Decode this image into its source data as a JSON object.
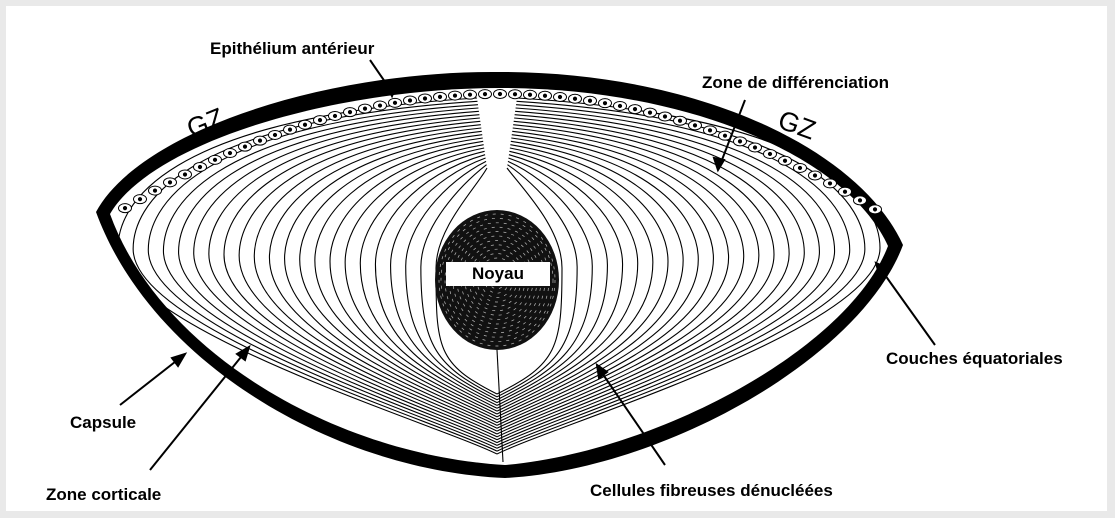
{
  "labels": {
    "anterior_epithelium": "Epithélium antérieur",
    "differentiation_zone": "Zone de différenciation",
    "gz_left": "GZ",
    "gz_right": "GZ",
    "nucleus": "Noyau",
    "equatorial_layers": "Couches équatoriales",
    "capsule": "Capsule",
    "cortical_zone": "Zone corticale",
    "anucleate_fiber_cells": "Cellules fibreuses dénucléées"
  }
}
